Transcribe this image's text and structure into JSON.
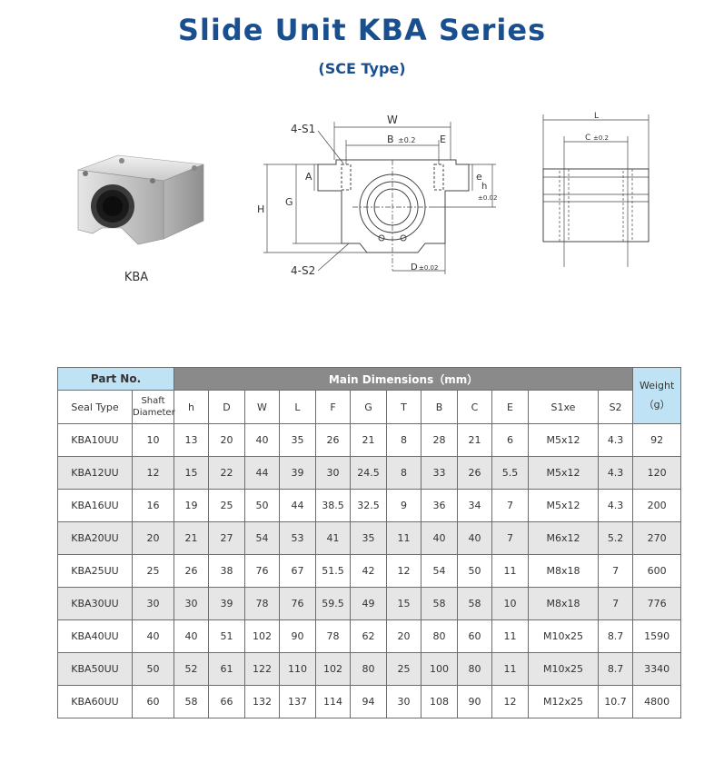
{
  "title": "Slide Unit KBA  Series",
  "subtitle": "(SCE Type)",
  "photo_caption": "KBA",
  "drawing_labels": {
    "s1": "4-S1",
    "s2": "4-S2",
    "w": "W",
    "b": "B",
    "b_tol": "±0.2",
    "e_upper": "E",
    "a": "A",
    "h_upper": "H",
    "g": "G",
    "e_lower": "e",
    "h_lower": "h",
    "h_tol": "±0.02",
    "d": "D",
    "d_tol": "±0.02",
    "l": "L",
    "c": "C",
    "c_tol": "±0.2"
  },
  "table": {
    "part_no": "Part No.",
    "main_dimensions": "Main Dimensions（mm）",
    "weight_label": "Weight",
    "weight_unit": "（g）",
    "seal_type": "Seal Type",
    "shaft_line1": "Shaft",
    "shaft_line2": "Diameter",
    "columns": [
      "h",
      "D",
      "W",
      "L",
      "F",
      "G",
      "T",
      "B",
      "C",
      "E",
      "S1xe",
      "S2"
    ],
    "rows": [
      [
        "KBA10UU",
        "10",
        "13",
        "20",
        "40",
        "35",
        "26",
        "21",
        "8",
        "28",
        "21",
        "6",
        "M5x12",
        "4.3",
        "92"
      ],
      [
        "KBA12UU",
        "12",
        "15",
        "22",
        "44",
        "39",
        "30",
        "24.5",
        "8",
        "33",
        "26",
        "5.5",
        "M5x12",
        "4.3",
        "120"
      ],
      [
        "KBA16UU",
        "16",
        "19",
        "25",
        "50",
        "44",
        "38.5",
        "32.5",
        "9",
        "36",
        "34",
        "7",
        "M5x12",
        "4.3",
        "200"
      ],
      [
        "KBA20UU",
        "20",
        "21",
        "27",
        "54",
        "53",
        "41",
        "35",
        "11",
        "40",
        "40",
        "7",
        "M6x12",
        "5.2",
        "270"
      ],
      [
        "KBA25UU",
        "25",
        "26",
        "38",
        "76",
        "67",
        "51.5",
        "42",
        "12",
        "54",
        "50",
        "11",
        "M8x18",
        "7",
        "600"
      ],
      [
        "KBA30UU",
        "30",
        "30",
        "39",
        "78",
        "76",
        "59.5",
        "49",
        "15",
        "58",
        "58",
        "10",
        "M8x18",
        "7",
        "776"
      ],
      [
        "KBA40UU",
        "40",
        "40",
        "51",
        "102",
        "90",
        "78",
        "62",
        "20",
        "80",
        "60",
        "11",
        "M10x25",
        "8.7",
        "1590"
      ],
      [
        "KBA50UU",
        "50",
        "52",
        "61",
        "122",
        "110",
        "102",
        "80",
        "25",
        "100",
        "80",
        "11",
        "M10x25",
        "8.7",
        "3340"
      ],
      [
        "KBA60UU",
        "60",
        "58",
        "66",
        "132",
        "137",
        "114",
        "94",
        "30",
        "108",
        "90",
        "12",
        "M12x25",
        "10.7",
        "4800"
      ]
    ]
  },
  "colors": {
    "title": "#1a4f8f",
    "header_blue": "#bfe3f4",
    "header_gray": "#8a8a8a",
    "row_alt": "#e6e6e6"
  }
}
